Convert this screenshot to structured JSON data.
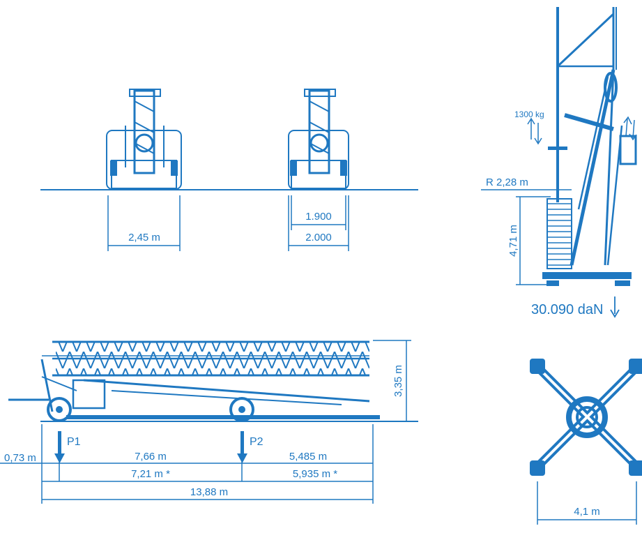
{
  "colors": {
    "accent": "#1f78c1",
    "background": "#ffffff"
  },
  "front_views": {
    "left_width": "2,45 m",
    "right_width_inner": "1.900",
    "right_width_outer": "2.000"
  },
  "side_view": {
    "radius": "R 2,28 m",
    "height": "4,71 m",
    "load": "1300 kg",
    "weight": "30.090 daN"
  },
  "transport_view": {
    "height": "3,35 m",
    "axle_label_1": "P1",
    "axle_label_2": "P2",
    "overhang_front": "0,73 m",
    "axle_distance": "7,66 m",
    "axle_distance_alt": "7,21 m *",
    "rear_overhang": "5,485 m",
    "rear_overhang_alt": "5,935 m *",
    "total_length": "13,88 m"
  },
  "base_view": {
    "span": "4,1 m"
  }
}
